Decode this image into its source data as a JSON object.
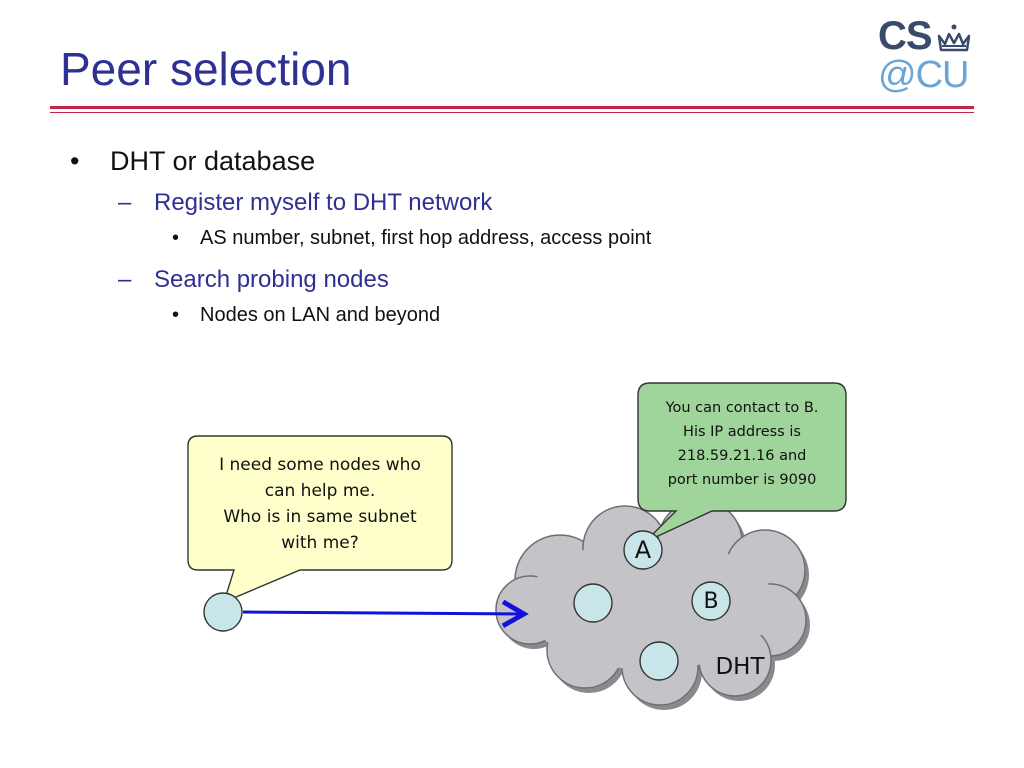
{
  "slide": {
    "title": "Peer selection",
    "logo": {
      "line1": "CS",
      "line2": "@CU"
    }
  },
  "bullets": {
    "b1": "DHT or database",
    "b1_sub1": "Register myself to DHT network",
    "b1_sub1_item1": "AS number, subnet, first hop address, access point",
    "b1_sub2": "Search probing nodes",
    "b1_sub2_item1": "Nodes on LAN and beyond",
    "markers": {
      "l1": "•",
      "l2": "–",
      "l3": "•"
    }
  },
  "diagram": {
    "left_bubble": {
      "line1": "I need some nodes who",
      "line2": "can help me.",
      "line3": "Who is in same subnet",
      "line4": "with me?"
    },
    "right_bubble": {
      "line1": "You can contact to B.",
      "line2": "His IP address is",
      "line3": "218.59.21.16 and",
      "line4": "port number is 9090"
    },
    "node_a_label": "A",
    "node_b_label": "B",
    "cloud_label": "DHT",
    "colors": {
      "node_fill": "#c8e6e9",
      "left_bubble_fill": "#ffffcc",
      "right_bubble_fill": "#9fd49a",
      "cloud_fill": "#c4c4c8",
      "arrow": "#1111dd"
    }
  }
}
